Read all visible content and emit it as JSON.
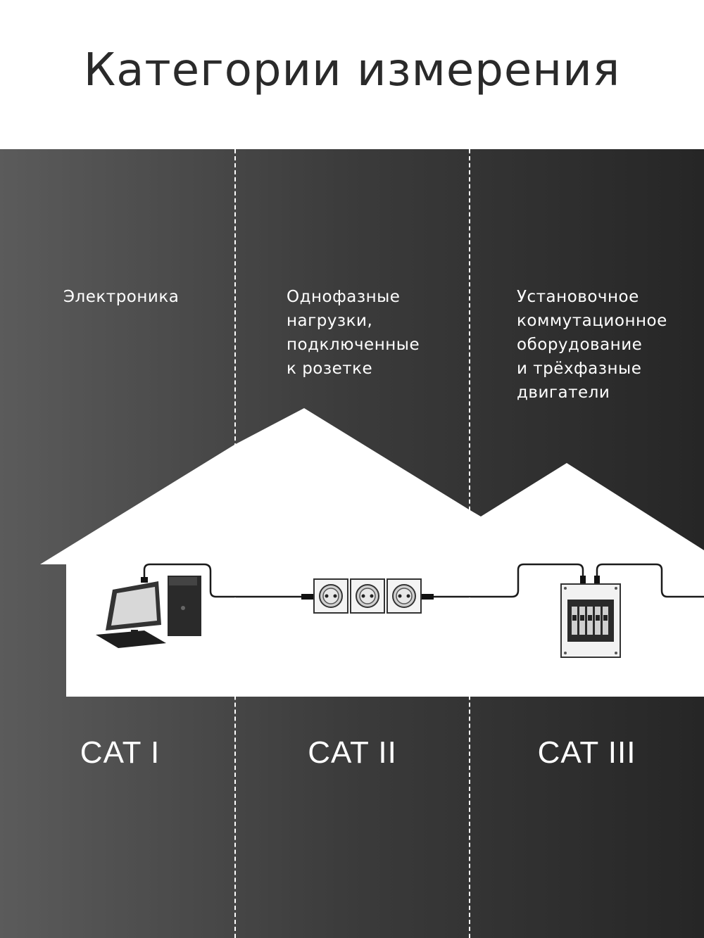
{
  "title": "Категории измерения",
  "columns": [
    {
      "description": "Электроника",
      "category": "CAT I",
      "icon": "computer-icon"
    },
    {
      "description": "Однофазные\nнагрузки,\nподключенные\nк розетке",
      "category": "CAT II",
      "icon": "power-outlet-icon"
    },
    {
      "description": "Установочное\nкоммутационное\nоборудование\nи трёхфазные\nдвигатели",
      "category": "CAT III",
      "icon": "distribution-panel-icon"
    }
  ],
  "colors": {
    "background_light": "#5b5b5b",
    "background_dark": "#262626",
    "house": "#ffffff",
    "text": "#ffffff",
    "title": "#2a2a2a"
  }
}
